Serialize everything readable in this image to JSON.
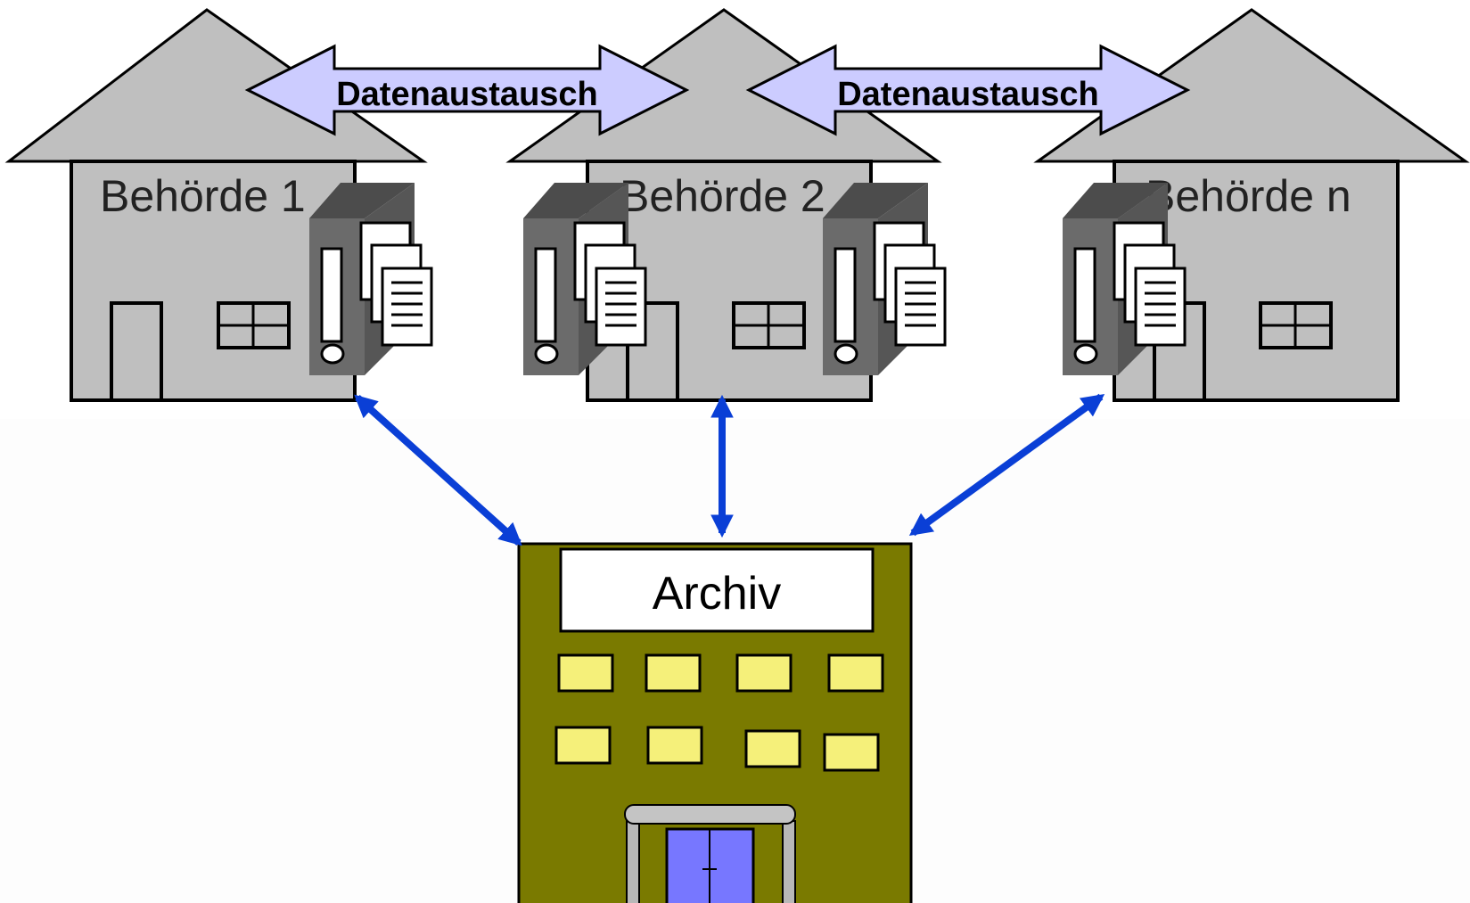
{
  "authorities": [
    {
      "label": "Behörde 1"
    },
    {
      "label": "Behörde 2"
    },
    {
      "label": "Behörde n"
    }
  ],
  "exchange": [
    {
      "label": "Datenaustausch"
    },
    {
      "label": "Datenaustausch"
    }
  ],
  "archive": {
    "label": "Archiv"
  },
  "colors": {
    "house": "#c0c0c0",
    "server": "#6b6b6b",
    "exchange_arrow": "#ccccff",
    "link_arrow": "#0a3fd6",
    "archive_building": "#7a7a00",
    "archive_window": "#f5f07a",
    "archive_door": "#7777ff"
  }
}
